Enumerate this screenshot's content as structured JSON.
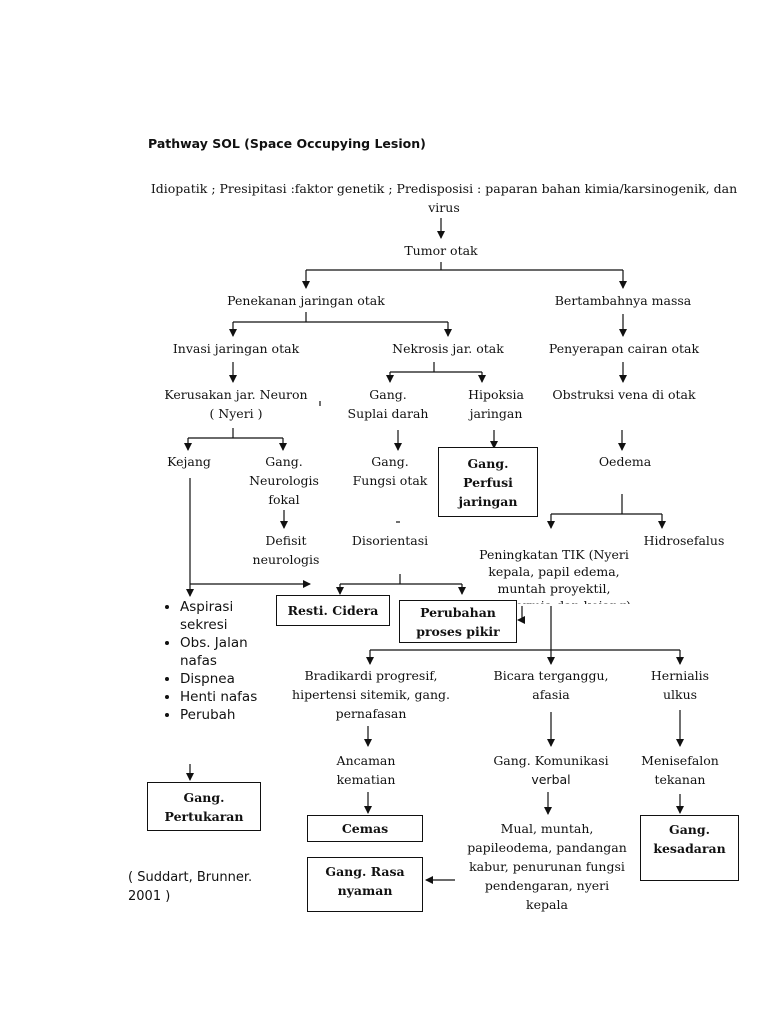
{
  "title": "Pathway SOL (Space Occupying Lesion)",
  "etiology": "Idiopatik ; Presipitasi :faktor genetik ; Predisposisi : paparan bahan kimia/karsinogenik, dan virus",
  "nodes": {
    "tumor": "Tumor otak",
    "penekanan": "Penekanan jaringan otak",
    "bertambah": "Bertambahnya massa",
    "invasi": "Invasi jaringan otak",
    "nekrosis": "Nekrosis jar. otak",
    "penyerapan": "Penyerapan cairan otak",
    "kerusakan": "Kerusakan jar. Neuron\n( Nyeri )",
    "suplai": "Gang.\nSuplai darah",
    "hipoksia": "Hipoksia\njaringan",
    "obstruksi": "Obstruksi vena di otak",
    "kejang": "Kejang",
    "neurologis": "Gang.\nNeurologis\nfokal",
    "fungsi": "Gang.\nFungsi otak",
    "oedema": "Oedema",
    "defisit": "Defisit\nneurologis",
    "disorientasi": "Disorientasi",
    "hidrosefalus": "Hidrosefalus",
    "tik": "Peningkatan TIK (Nyeri\nkepala, papil edema,\nmuntah proyektil,\nhipertermia dan kejang)",
    "bradikardi": "Bradikardi progresif,\nhipertensi sitemik, gang.\npernafasan",
    "bicara": "Bicara terganggu,\nafasia",
    "hernialis": "Hernialis\nulkus",
    "ancaman": "Ancaman\nkematian",
    "komunikasi_1": "Gang. Komunikasi",
    "komunikasi_2": "verbal",
    "menisefalon": "Menisefalon\ntekanan",
    "mual": "Mual, muntah,\npapileodema, pandangan\nkabur, penurunan fungsi\npendengaran, nyeri\nkepala"
  },
  "boxes": {
    "perfusi": "Gang.\nPerfusi\njaringan",
    "cidera": "Resti. Cidera",
    "pikir": "Perubahan\nproses pikir",
    "pertukaran": "Gang.\nPertukaran",
    "cemas": "Cemas",
    "kesadaran": "Gang.\nkesadaran",
    "nyaman": "Gang. Rasa\nnyaman"
  },
  "bullets": [
    "Aspirasi sekresi",
    "Obs. Jalan nafas",
    "Dispnea",
    "Henti nafas",
    "Perubah"
  ],
  "source": "( Suddart, Brunner.\n2001 )"
}
